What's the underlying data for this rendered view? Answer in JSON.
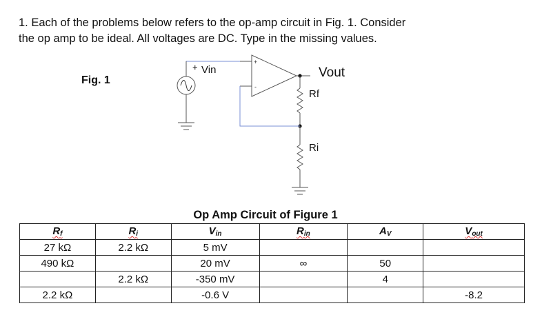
{
  "problem": {
    "line1": "1. Each of the problems below refers to the op-amp circuit in Fig. 1.  Consider",
    "line2": "the op amp to be ideal.  All voltages are DC.  Type in the missing values."
  },
  "figure": {
    "label": "Fig. 1",
    "vin_label": "Vin",
    "plus_sign": "+",
    "vout_label": "Vout",
    "rf_label": "Rf",
    "ri_label": "Ri"
  },
  "table": {
    "title": "Op Amp Circuit of Figure 1",
    "headers": [
      {
        "main": "R",
        "sub": "f"
      },
      {
        "main": "R",
        "sub": "i"
      },
      {
        "main": "V",
        "sub": "in"
      },
      {
        "main": "R",
        "sub": "in"
      },
      {
        "main": "A",
        "sub": "V"
      },
      {
        "main": "V",
        "sub": "out"
      }
    ],
    "rows": [
      [
        "27 kΩ",
        "2.2 kΩ",
        "5 mV",
        "",
        "",
        ""
      ],
      [
        "490 kΩ",
        "",
        "20 mV",
        "∞",
        "50",
        ""
      ],
      [
        "",
        "2.2 kΩ",
        "-350 mV",
        "",
        "4",
        ""
      ],
      [
        "2.2 kΩ",
        "",
        "-0.6 V",
        "",
        "",
        "-8.2"
      ]
    ]
  }
}
